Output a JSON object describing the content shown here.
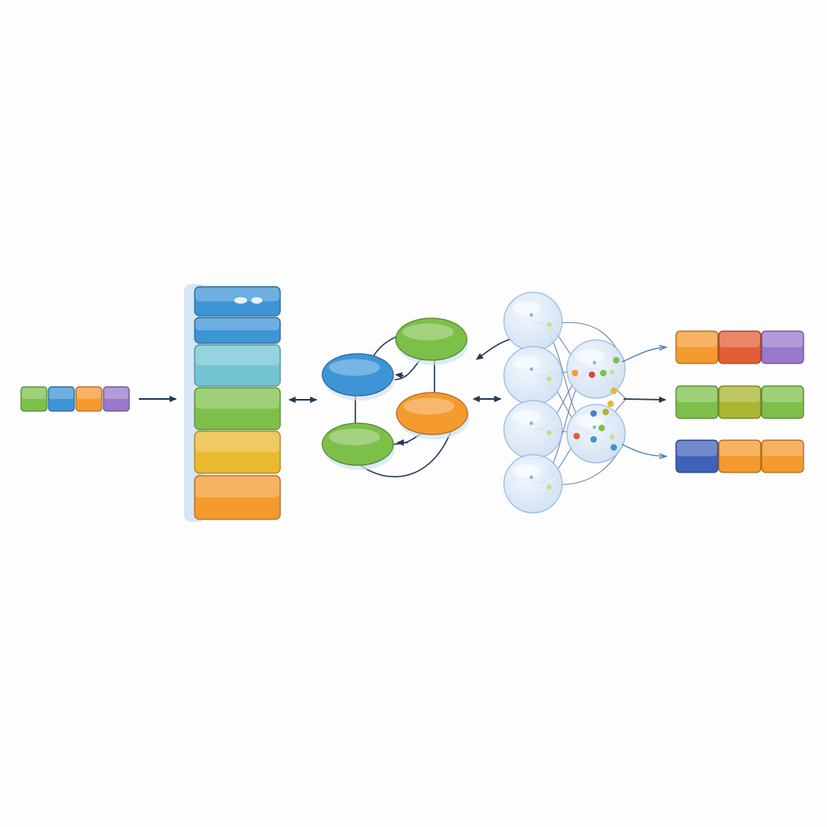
{
  "colors": {
    "background": "#fdfdfd",
    "green": "#7cc04a",
    "blue": "#3d95d6",
    "orange": "#f49a2e",
    "purple": "#9a78cc",
    "teal": "#72c4d3",
    "yellow": "#eab92f",
    "red_orange": "#e35d36",
    "olive": "#aab532",
    "dark_blue": "#3f62b9",
    "neuron_fill": "#dbe9f7",
    "neuron_stroke": "#9ebfe0",
    "line": "#243a55",
    "arrow_blue": "#4d82c3"
  },
  "diagram": {
    "input_sequence": [
      "green",
      "blue",
      "orange",
      "purple"
    ],
    "embedding_stack": [
      "blue",
      "blue",
      "teal",
      "green",
      "yellow",
      "orange"
    ],
    "graph_nodes": [
      {
        "id": "top",
        "color": "green"
      },
      {
        "id": "left",
        "color": "blue"
      },
      {
        "id": "right",
        "color": "orange"
      },
      {
        "id": "bottom",
        "color": "green"
      }
    ],
    "neuron_columns": [
      {
        "layer": 1,
        "count": 4
      },
      {
        "layer": 2,
        "count": 2
      }
    ],
    "output_rows": [
      [
        "orange",
        "red_orange",
        "purple"
      ],
      [
        "green",
        "olive",
        "green"
      ],
      [
        "dark_blue",
        "orange",
        "orange"
      ]
    ]
  }
}
